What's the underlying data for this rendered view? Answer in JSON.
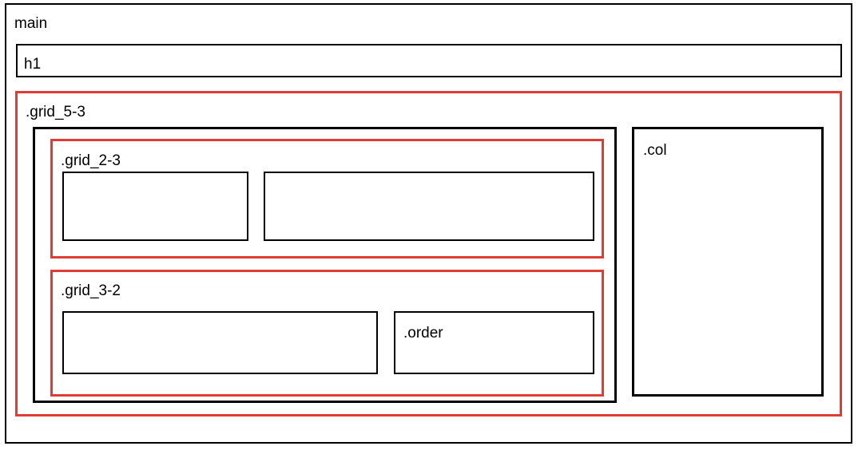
{
  "colors": {
    "outline": "#000000",
    "grid_highlight": "#e03c35",
    "background": "#ffffff"
  },
  "labels": {
    "main": "main",
    "h1": "h1",
    "grid_5_3": ".grid_5-3",
    "grid_2_3": ".grid_2-3",
    "grid_3_2": ".grid_3-2",
    "order": ".order",
    "col": ".col"
  }
}
